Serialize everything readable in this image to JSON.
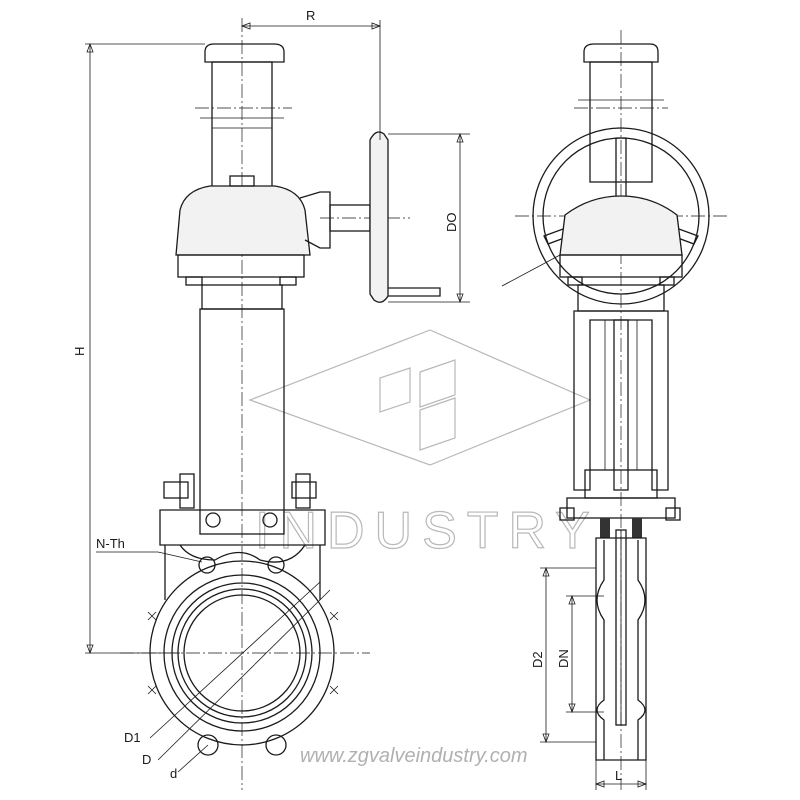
{
  "labels": {
    "R": "R",
    "DO": "DO",
    "H": "H",
    "NTh": "N-Th",
    "D1": "D1",
    "D": "D",
    "d": "d",
    "D2": "D2",
    "DN": "DN",
    "L": "L"
  },
  "watermark": {
    "word": "INDUSTRY",
    "url": "www.zgvalveindustry.com"
  }
}
